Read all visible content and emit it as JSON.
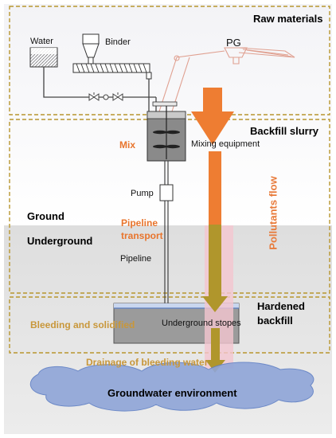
{
  "labels": {
    "raw_materials": "Raw materials",
    "water": "Water",
    "binder": "Binder",
    "pg": "PG",
    "backfill_slurry": "Backfill slurry",
    "mix": "Mix",
    "mixing_equipment": "Mixing equipment",
    "pump": "Pump",
    "ground": "Ground",
    "underground": "Underground",
    "pipeline_transport_1": "Pipeline",
    "pipeline_transport_2": "transport",
    "pipeline": "Pipeline",
    "pollutants_flow": "Pollutants flow",
    "hardened_backfill_1": "Hardened",
    "hardened_backfill_2": "backfill",
    "bleeding_solidified": "Bleeding and solidified",
    "underground_stopes": "Underground stopes",
    "drainage": "Drainage of bleeding water",
    "groundwater": "Groundwater environment"
  },
  "colors": {
    "dashed_border": "#b8962e",
    "orange": "#e8742c",
    "gold": "#c8973a",
    "olive_arrow": "#b0962c",
    "ground_bg": "#e4e4e4",
    "pink_glow": "#f4c6cf",
    "water_blue": "#9cb0dc",
    "stope_grey": "#9a9a9a"
  },
  "icons": [
    "water-tank-icon",
    "binder-hopper-icon",
    "screw-conveyor-icon",
    "valve-icon",
    "pg-conveyor-icon",
    "mixer-tank-icon",
    "pump-icon"
  ]
}
